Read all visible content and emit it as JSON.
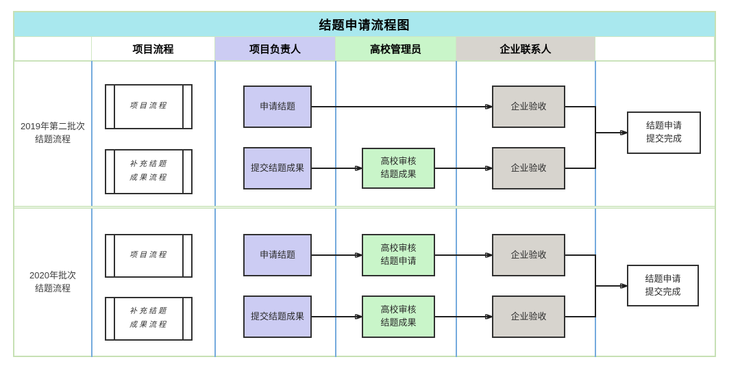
{
  "title": "结题申请流程图",
  "columns": [
    "项目流程",
    "项目负责人",
    "高校管理员",
    "企业联系人"
  ],
  "rows": [
    {
      "label": "2019年第二批次\n结题流程",
      "predef1": "项目流程",
      "predef2": "补充结题\n成果流程",
      "apply": "申请结题",
      "submit": "提交结题成果",
      "review_results": "高校审核\n结题成果",
      "accept_top": "企业验收",
      "accept_bottom": "企业验收",
      "done": "结题申请\n提交完成"
    },
    {
      "label": "2020年批次\n结题流程",
      "predef1": "项目流程",
      "predef2": "补充结题\n成果流程",
      "apply": "申请结题",
      "submit": "提交结题成果",
      "review_apply": "高校审核\n结题申请",
      "review_results": "高校审核\n结题成果",
      "accept_top": "企业验收",
      "accept_bottom": "企业验收",
      "done": "结题申请\n提交完成"
    }
  ],
  "flows": {
    "row_2019": [
      "申请结题 → 企业验收",
      "提交结题成果 → 高校审核结题成果 → 企业验收",
      "企业验收(两项) → 结题申请提交完成"
    ],
    "row_2020": [
      "申请结题 → 高校审核结题申请 → 企业验收",
      "提交结题成果 → 高校审核结题成果 → 企业验收",
      "企业验收(两项) → 结题申请提交完成"
    ]
  },
  "colors": {
    "title_bg": "#a9e8ee",
    "leader_lane": "#ccccf3",
    "admin_lane": "#c9f5c9",
    "contact_lane": "#d7d4ce",
    "grid_green": "#c6e0b4",
    "grid_blue": "#74aadd",
    "node_border": "#303030",
    "connector": "#1f1f1f"
  }
}
